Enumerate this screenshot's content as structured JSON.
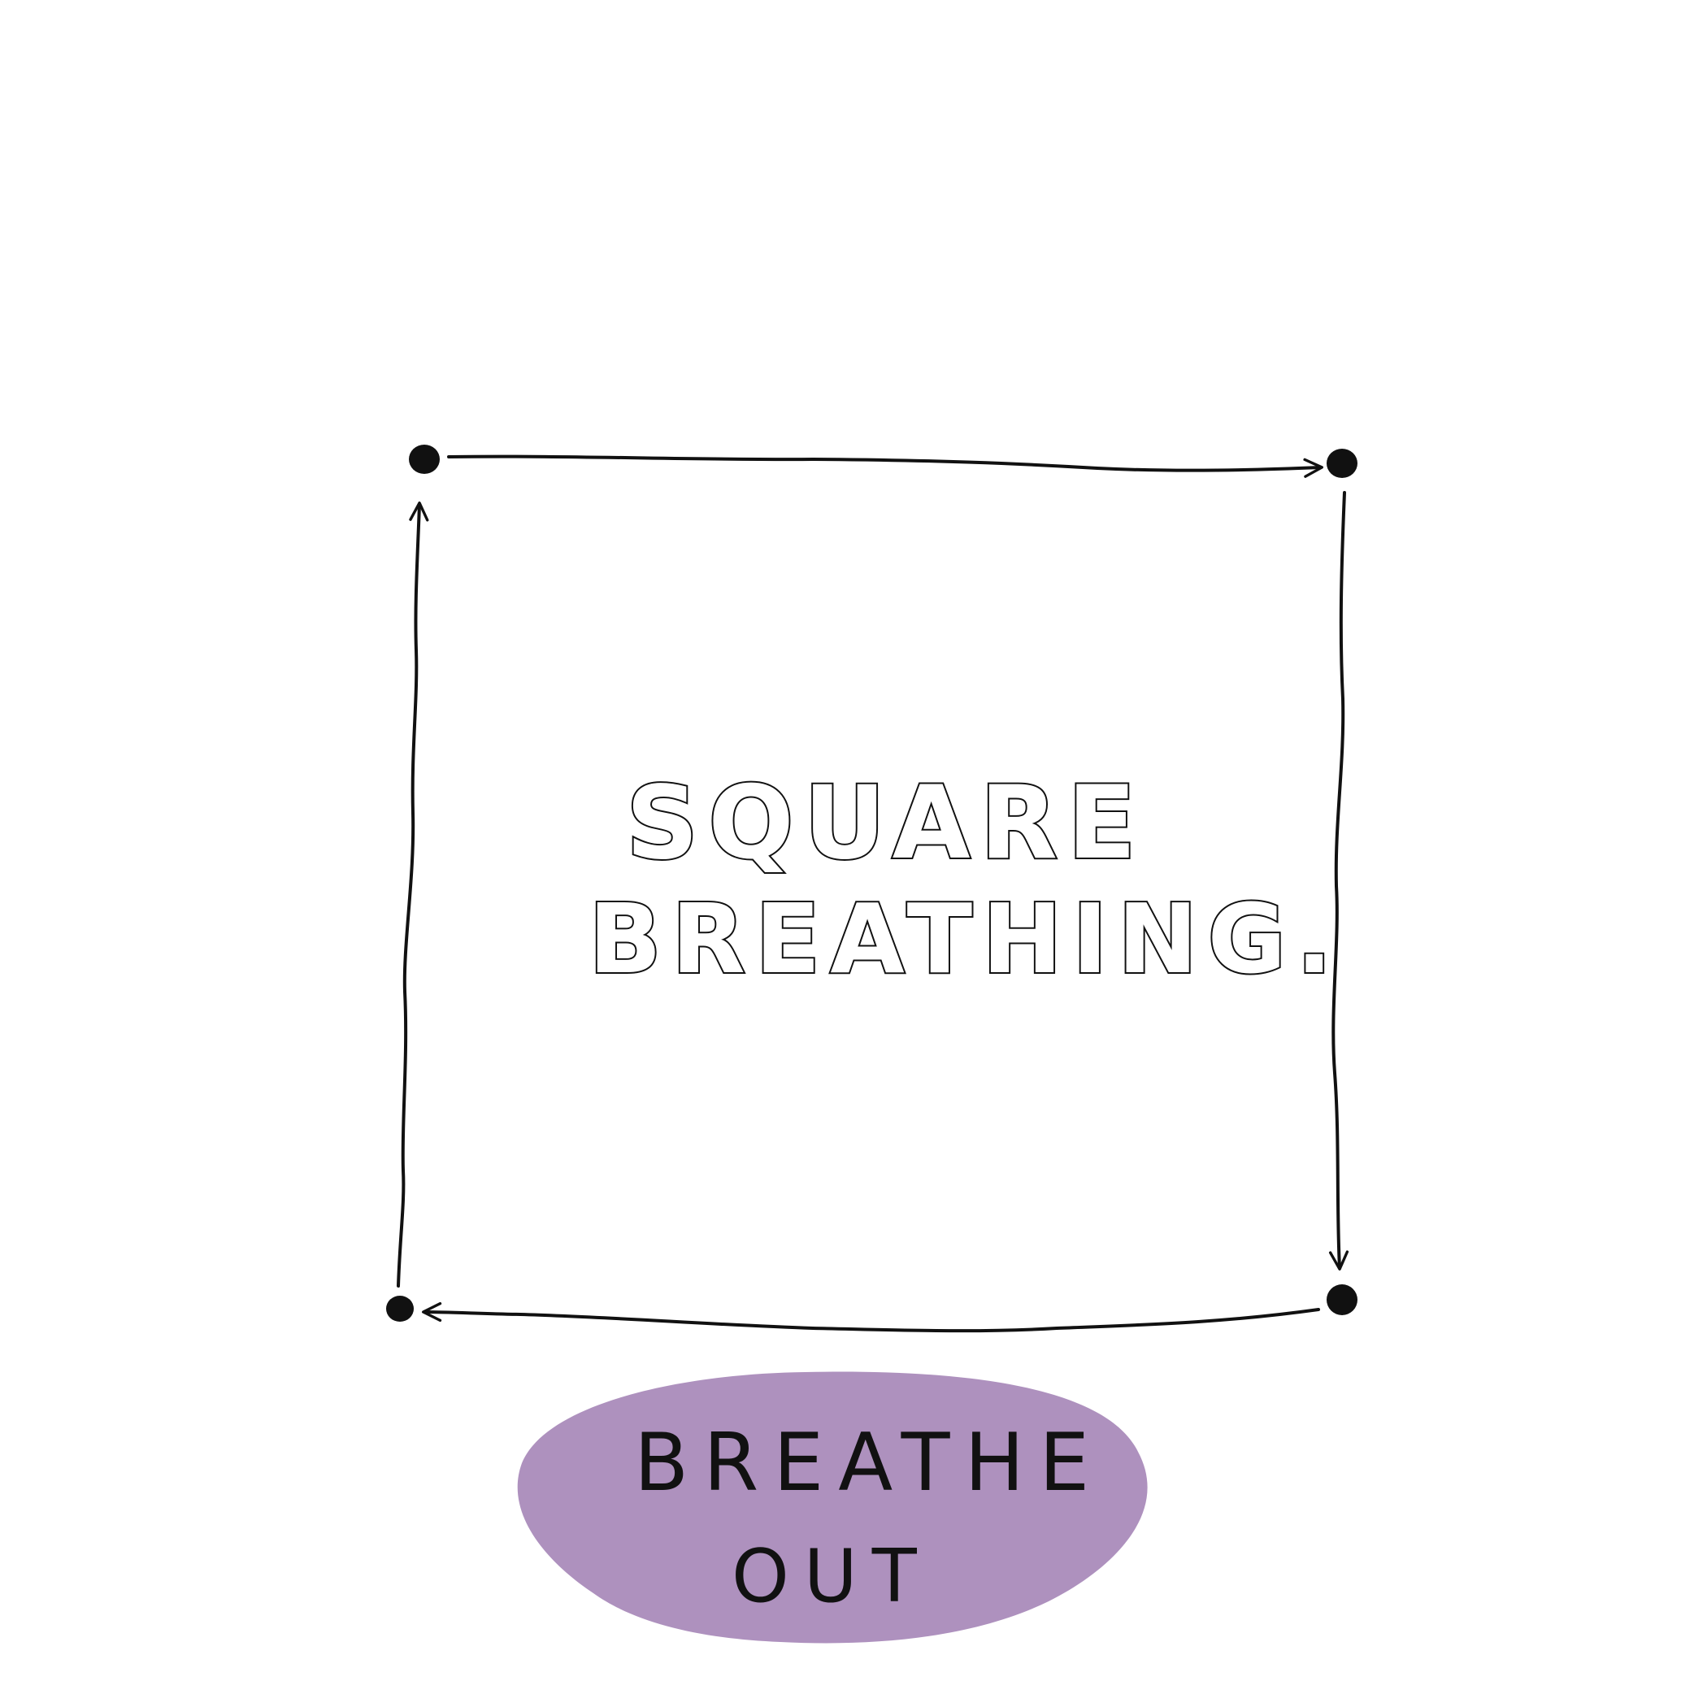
{
  "title": {
    "line1": "SQUARE",
    "line2": "BREATHING."
  },
  "step": {
    "line1": "BREATHE",
    "line2": "OUT"
  },
  "colors": {
    "ink": "#111111",
    "blob": "#ae91be",
    "background": "#ffffff"
  }
}
